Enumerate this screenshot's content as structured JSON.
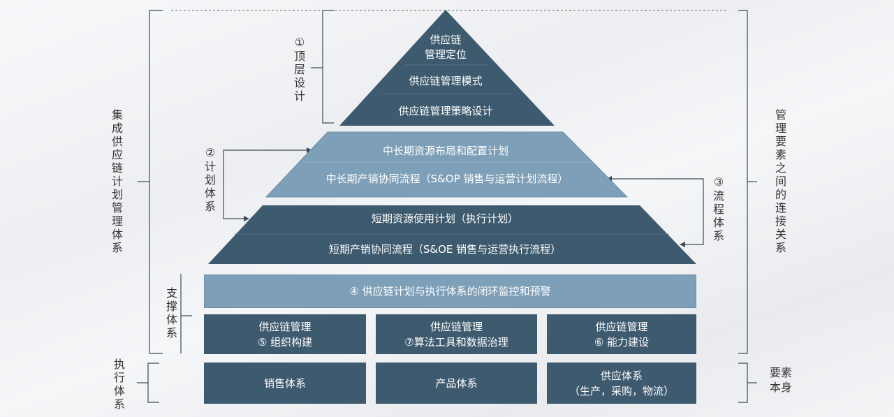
{
  "pyramid": {
    "top": {
      "l1a": "供应链",
      "l1b": "管理定位",
      "l2": "供应链管理模式",
      "l3": "供应链管理策略设计"
    },
    "mid": {
      "l1": "中长期资源布局和配置计划",
      "l2": "中长期产销协同流程（S&OP 销售与运营计划流程）"
    },
    "low": {
      "l1": "短期资源使用计划（执行计划）",
      "l2": "短期产销协同流程（S&OE 销售与运营执行流程）"
    }
  },
  "support": {
    "monitor": "④ 供应链计划与执行体系的闭环监控和预警",
    "boxes": [
      {
        "line1": "供应链管理",
        "line2": "⑤ 组织构建"
      },
      {
        "line1": "供应链管理",
        "line2": "⑦算法工具和数据治理"
      },
      {
        "line1": "供应链管理",
        "line2": "⑥ 能力建设"
      }
    ]
  },
  "execution": {
    "boxes": [
      {
        "line1": "销售体系",
        "line2": ""
      },
      {
        "line1": "产品体系",
        "line2": ""
      },
      {
        "line1": "供应体系",
        "line2": "（生产，采购，物流）"
      }
    ]
  },
  "side_labels": {
    "top_design_num": "①",
    "top_design": "顶层设计",
    "plan_num": "②",
    "plan": "计划体系",
    "process_num": "③",
    "process": "流程体系",
    "integrated": "集成供应链计划管理体系",
    "support": "支撑体系",
    "execution": "执行体系",
    "connection": "管理要素之间的连接关系",
    "elements": "要素本身"
  },
  "colors": {
    "dark": "#3e5a6f",
    "light": "#7d9fb8",
    "line": "#3a4a58"
  }
}
